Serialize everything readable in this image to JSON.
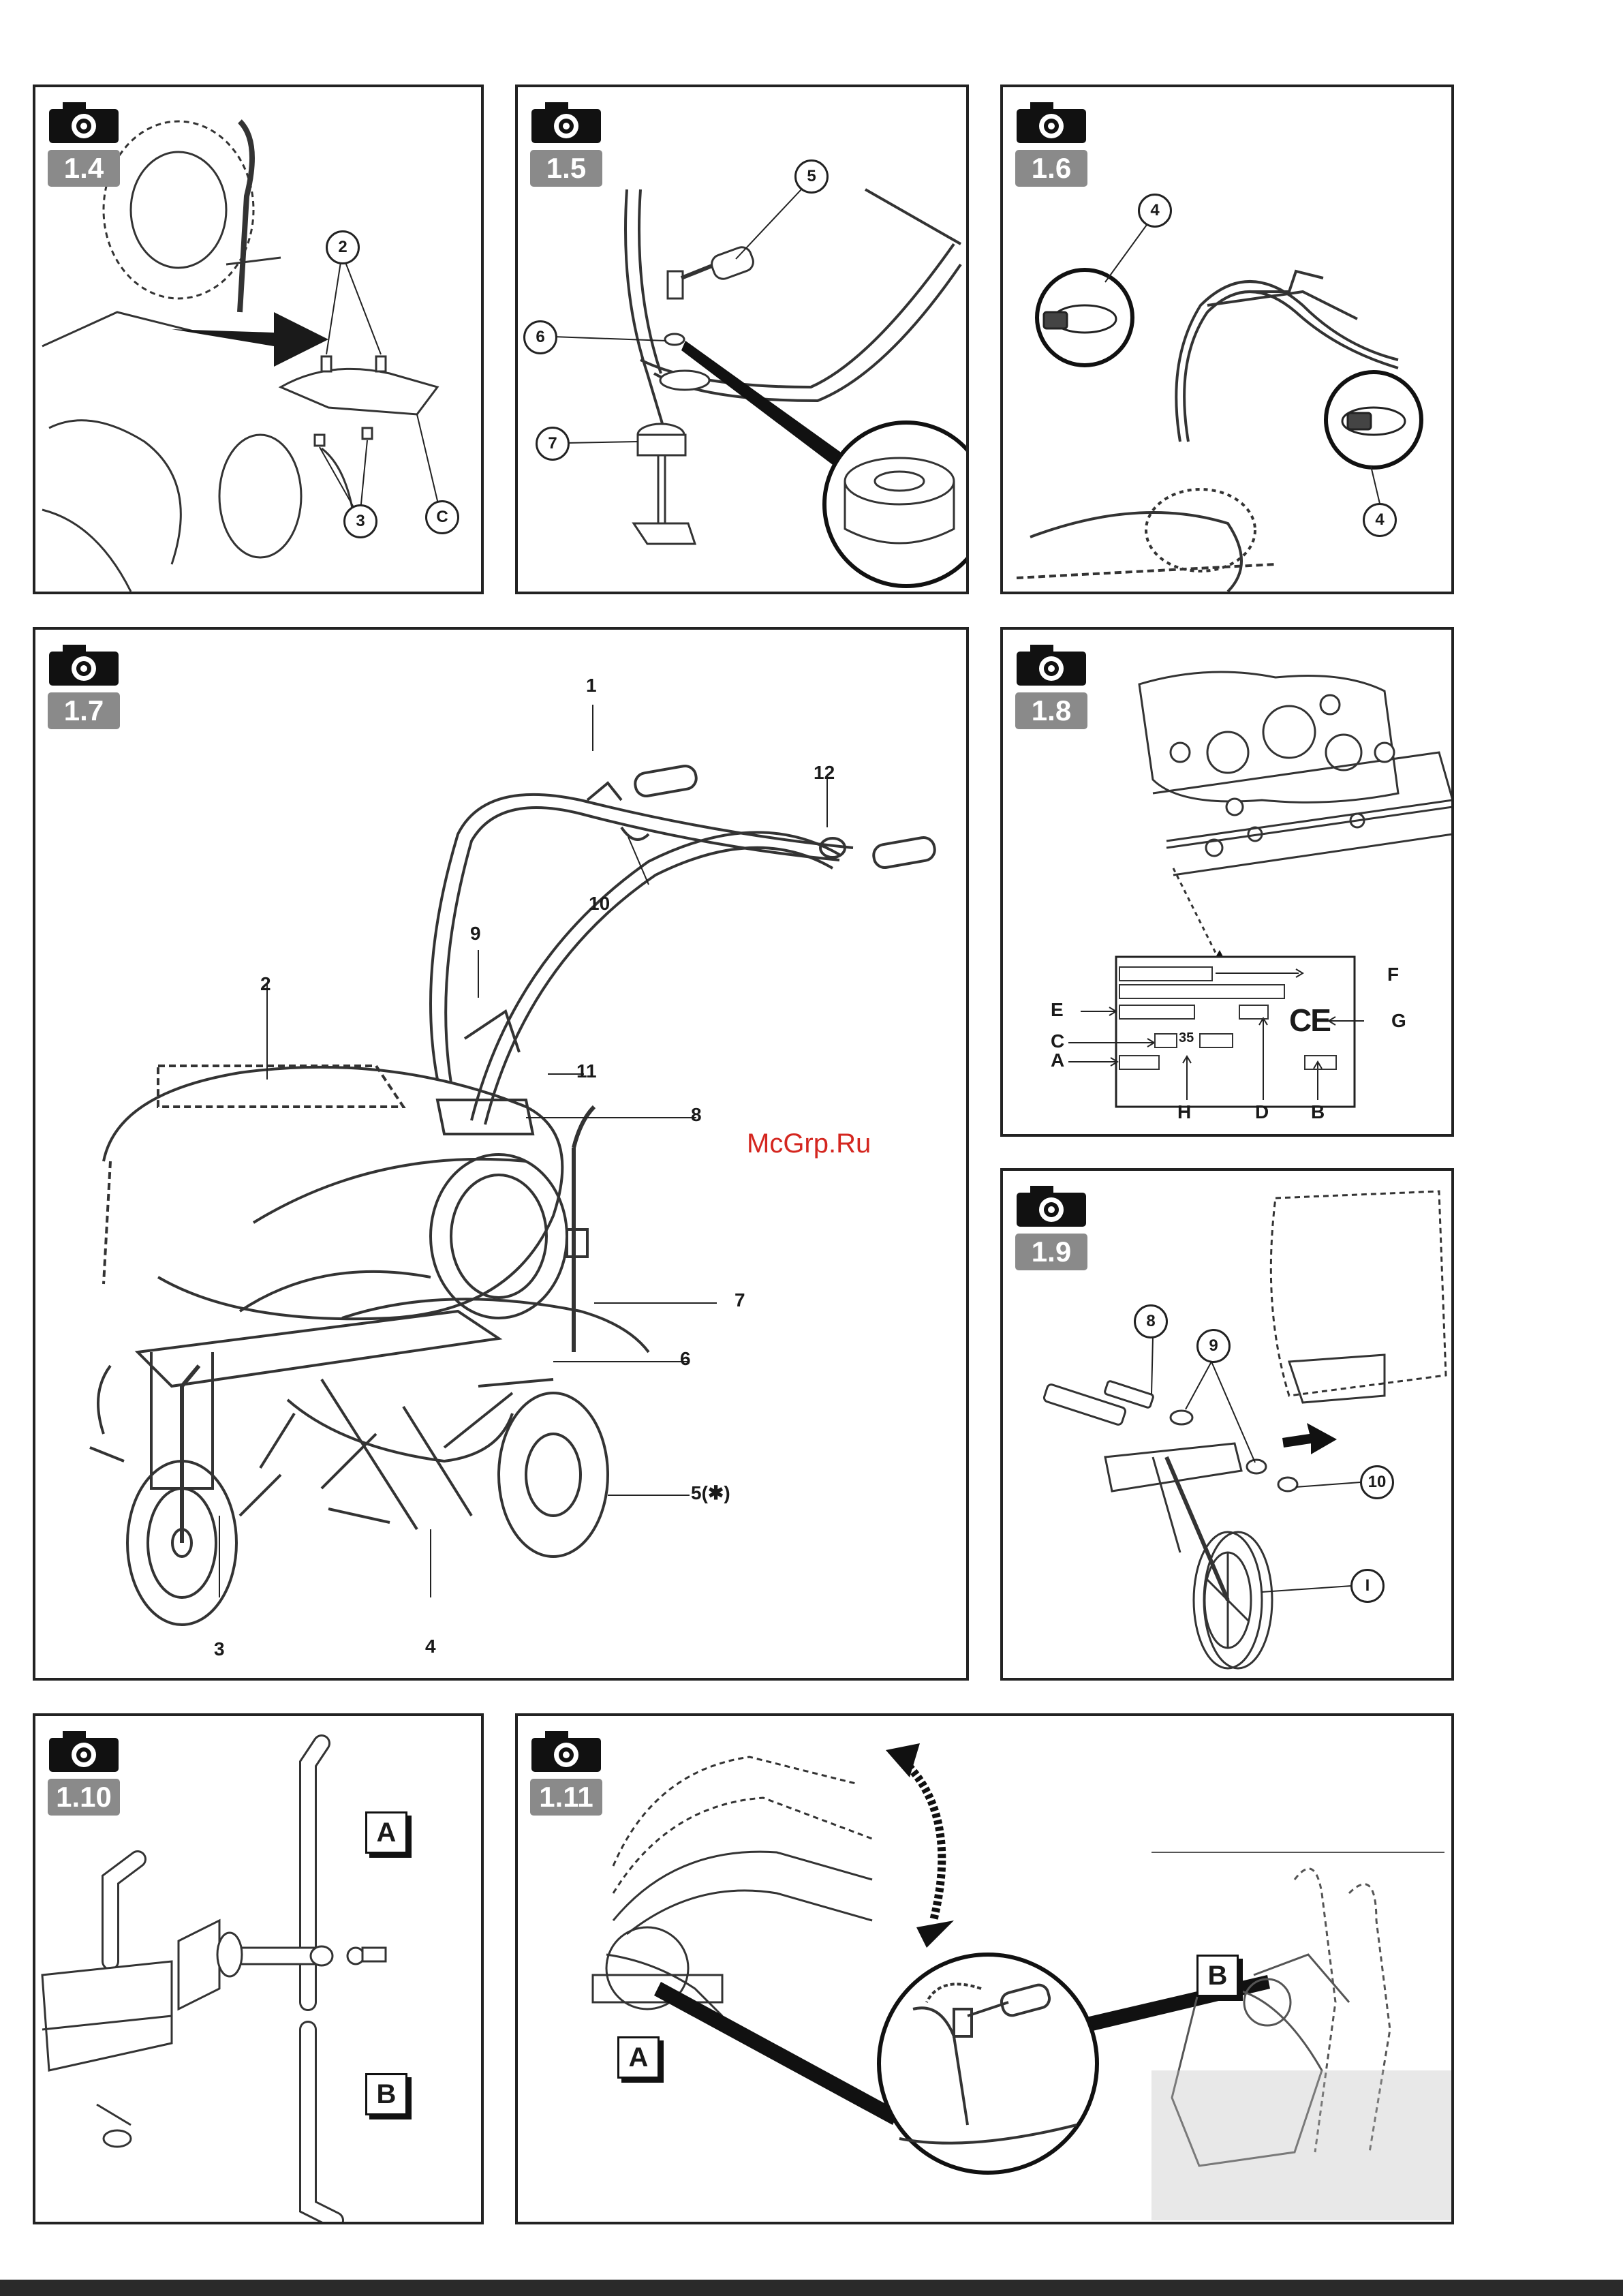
{
  "watermark": "McGrp.Ru",
  "figures": {
    "f14": {
      "label": "1.4",
      "callouts": [
        "2",
        "3",
        "C"
      ]
    },
    "f15": {
      "label": "1.5",
      "callouts": [
        "5",
        "6",
        "7"
      ]
    },
    "f16": {
      "label": "1.6",
      "callouts": [
        "4",
        "4"
      ]
    },
    "f17": {
      "label": "1.7",
      "parts": [
        "1",
        "2",
        "3",
        "4",
        "5(✱)",
        "6",
        "7",
        "8",
        "9",
        "10",
        "11",
        "12"
      ]
    },
    "f18": {
      "label": "1.8",
      "plate_letters": [
        "A",
        "B",
        "C",
        "D",
        "E",
        "F",
        "G",
        "H"
      ],
      "plate_number": "35",
      "mark": "CE"
    },
    "f19": {
      "label": "1.9",
      "callouts": [
        "8",
        "9",
        "10",
        "I"
      ]
    },
    "f110": {
      "label": "1.10",
      "positions": [
        "A",
        "B"
      ]
    },
    "f111": {
      "label": "1.11",
      "positions": [
        "A",
        "B"
      ]
    }
  },
  "icons": {
    "camera": "camera-icon"
  }
}
